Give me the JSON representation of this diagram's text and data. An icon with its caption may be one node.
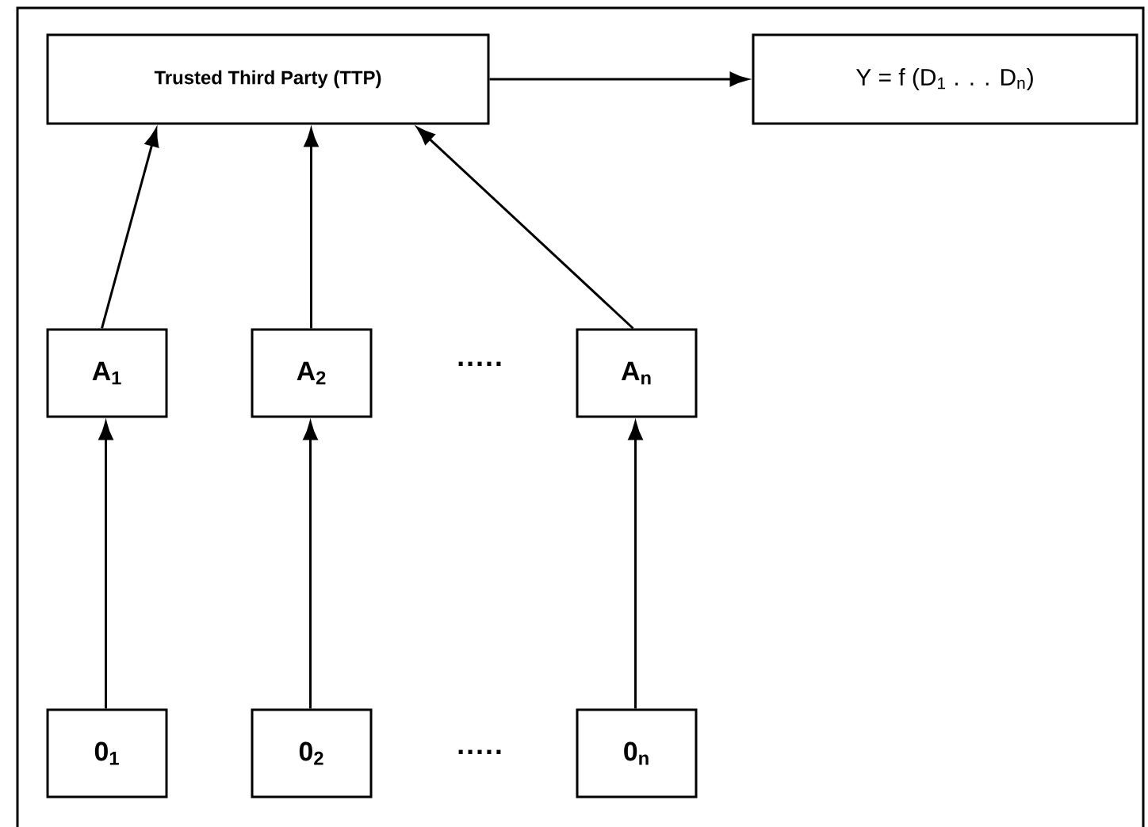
{
  "diagram": {
    "nodes": [
      {
        "text": [
          "Trusted  Third Party (TTP)"
        ]
      },
      {
        "text": [
          "Y = f (D$_{1}$ . . . D$_{n}$)"
        ]
      },
      {
        "text": [
          "A$_{1}$"
        ]
      },
      {
        "text": [
          "A$_{2}$"
        ]
      },
      {
        "text": [
          "A$_{n}$"
        ]
      },
      {
        "text": [
          "0$_{1}$"
        ]
      },
      {
        "text": [
          "0$_{2}$"
        ]
      },
      {
        "text": [
          "0$_{n}$"
        ]
      }
    ],
    "edges": [
      {
        "from": 0,
        "to": 1,
        "arrow": "to"
      },
      {
        "from": 2,
        "to": 0,
        "arrow": "to"
      },
      {
        "from": 3,
        "to": 0,
        "arrow": "to"
      },
      {
        "from": 4,
        "to": 0,
        "arrow": "to"
      },
      {
        "from": 5,
        "to": 2,
        "arrow": "to"
      },
      {
        "from": 6,
        "to": 3,
        "arrow": "to"
      },
      {
        "from": 7,
        "to": 4,
        "arrow": "to"
      }
    ],
    "labels": [
      "·····",
      "·····"
    ]
  }
}
